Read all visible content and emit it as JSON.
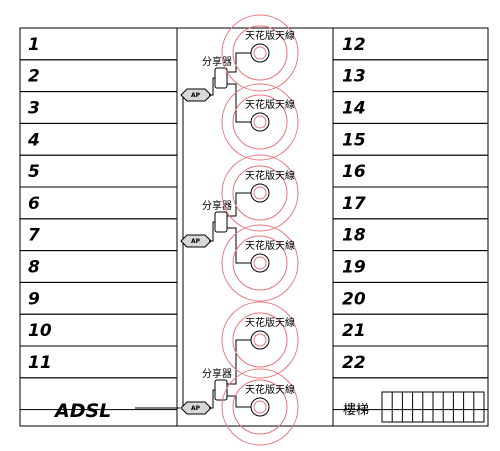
{
  "rooms_left": [
    "1",
    "2",
    "3",
    "4",
    "5",
    "6",
    "7",
    "8",
    "9",
    "10",
    "11"
  ],
  "rooms_right": [
    "12",
    "13",
    "14",
    "15",
    "16",
    "17",
    "18",
    "19",
    "20",
    "21",
    "22"
  ],
  "antenna_label": "天花版天線",
  "splitter_label": "分享器",
  "ap_label": "AP",
  "adsl_label": "ADSL",
  "stairs_label": "樓梯",
  "colors": {
    "line": "#000000",
    "ring": "#e8757a",
    "ap_fill": "#d8d8d8"
  },
  "groups": [
    {
      "antennas": 2,
      "ap": true
    },
    {
      "antennas": 2,
      "ap": true
    },
    {
      "antennas": 2,
      "ap": true
    }
  ]
}
